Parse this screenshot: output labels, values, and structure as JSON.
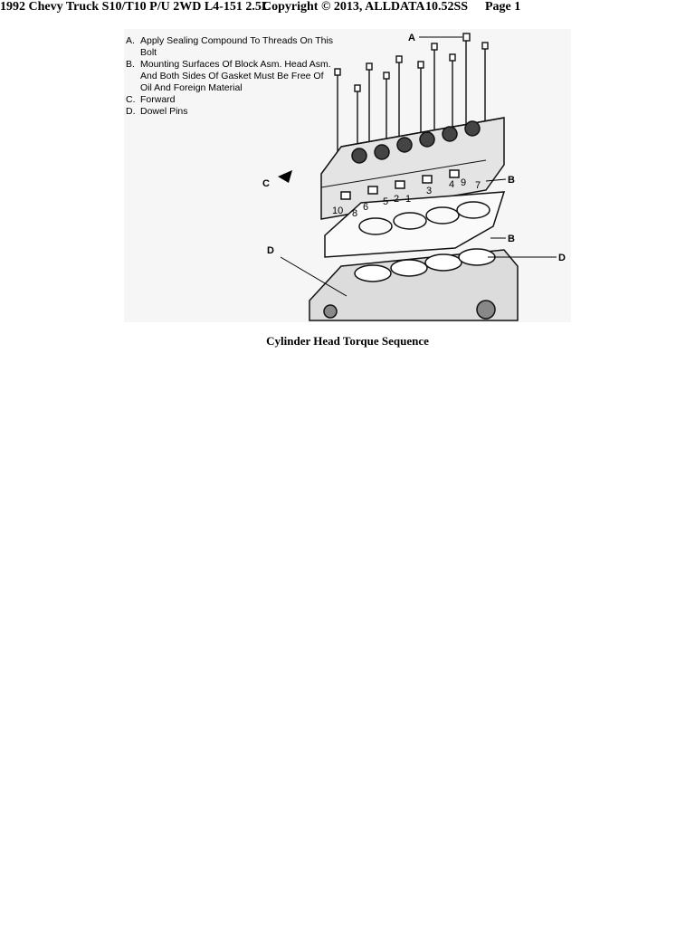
{
  "header": {
    "title": "1992 Chevy Truck S10/T10 P/U 2WD L4-151 2.5L",
    "copyright": "Copyright © 2013, ALLDATA",
    "version": "10.52SS",
    "page": "Page 1"
  },
  "figure": {
    "legend": [
      {
        "key": "A.",
        "text": "Apply Sealing Compound To Threads On This Bolt"
      },
      {
        "key": "B.",
        "text": "Mounting Surfaces Of Block Asm. Head Asm. And Both Sides Of Gasket Must Be Free Of Oil And Foreign Material"
      },
      {
        "key": "C.",
        "text": "Forward"
      },
      {
        "key": "D.",
        "text": "Dowel Pins"
      }
    ],
    "callouts": {
      "a": "A",
      "b1": "B",
      "b2": "B",
      "c": "C",
      "d1": "D",
      "d2": "D"
    },
    "sequence": [
      "10",
      "8",
      "6",
      "5",
      "2",
      "1",
      "3",
      "4",
      "9",
      "7"
    ],
    "caption": "Cylinder Head Torque Sequence"
  }
}
